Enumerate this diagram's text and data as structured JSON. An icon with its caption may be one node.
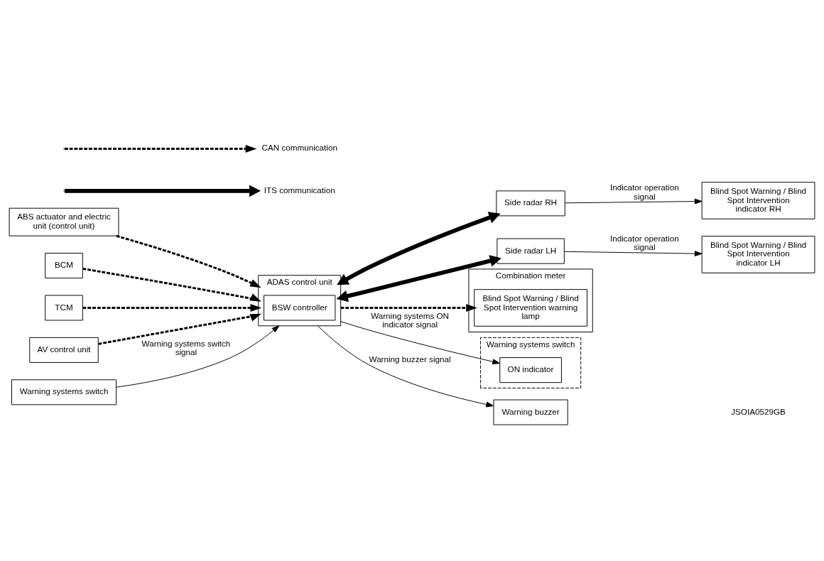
{
  "diagram": {
    "nodes": [
      {
        "text": [
          "ABS actuator and electric unit (control unit)"
        ]
      },
      {
        "text": [
          "BCM"
        ]
      },
      {
        "text": [
          "TCM"
        ]
      },
      {
        "text": [
          "AV control unit"
        ]
      },
      {
        "text": [
          "Warning systems switch"
        ]
      },
      {
        "text": [
          "ADAS control unit"
        ]
      },
      {
        "text": [
          "BSW controller"
        ],
        "in": 5
      },
      {
        "text": [
          "Side radar RH"
        ]
      },
      {
        "text": [
          "Blind Spot Warning / Blind Spot Intervention indicator RH"
        ]
      },
      {
        "text": [
          "Side radar LH"
        ]
      },
      {
        "text": [
          "Blind Spot Warning / Blind Spot Intervention indicator LH"
        ]
      },
      {
        "text": [
          "Combination meter"
        ]
      },
      {
        "text": [
          "Blind Spot Warning / Blind Spot Intervention warning lamp"
        ],
        "in": 11
      },
      {
        "text": [
          "Warning systems switch"
        ]
      },
      {
        "text": [
          "ON indicator"
        ],
        "in": 13
      },
      {
        "text": [
          "Warning buzzer"
        ]
      }
    ],
    "edges": [
      {
        "from": 0,
        "to": 5,
        "arrow": "to",
        "style": "dashed"
      },
      {
        "from": 1,
        "to": 5,
        "arrow": "to",
        "style": "dashed"
      },
      {
        "from": 2,
        "to": 5,
        "arrow": "to",
        "style": "dashed"
      },
      {
        "from": 3,
        "to": 5,
        "arrow": "to",
        "style": "dashed"
      },
      {
        "from": 4,
        "to": 5,
        "arrow": "to",
        "label": "Warning systems switch signal"
      },
      {
        "from": 5,
        "to": 7,
        "arrow": "both",
        "style": "thick"
      },
      {
        "from": 5,
        "to": 9,
        "arrow": "both",
        "style": "thick"
      },
      {
        "from": 7,
        "to": 8,
        "arrow": "to",
        "label": "Indicator operation signal"
      },
      {
        "from": 9,
        "to": 10,
        "arrow": "to",
        "label": "Indicator operation signal"
      },
      {
        "from": 5,
        "to": 12,
        "arrow": "to",
        "style": "dashed"
      },
      {
        "from": 5,
        "to": 14,
        "arrow": "to",
        "label": "Warning systems ON indicator signal"
      },
      {
        "from": 5,
        "to": 15,
        "arrow": "to",
        "label": "Warning buzzer signal"
      }
    ],
    "labels": [
      "JSOIA0529GB"
    ],
    "legend": [
      {
        "text": "CAN communication"
      },
      {
        "text": "ITS communication"
      }
    ]
  }
}
